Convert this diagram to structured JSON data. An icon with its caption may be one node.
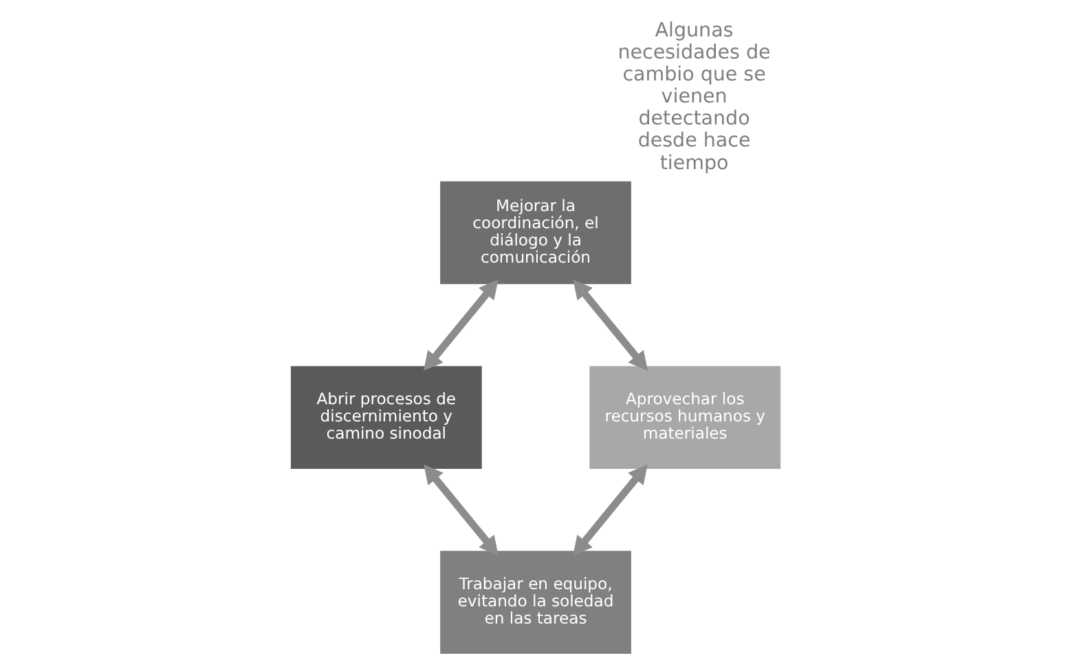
{
  "diagram": {
    "title": "Algunas necesidades de cambio que se vienen detectando desde hace tiempo",
    "nodes": [
      {
        "text": [
          "Mejorar la coordinación, el diálogo y la comunicación"
        ]
      },
      {
        "text": [
          "Abrir procesos de discernimiento y camino sinodal"
        ]
      },
      {
        "text": [
          "Aprovechar los recursos humanos y materiales"
        ]
      },
      {
        "text": [
          "Trabajar en equipo, evitando la soledad en las tareas"
        ]
      }
    ],
    "edges": [
      {
        "from": 0,
        "to": 1,
        "arrow": "both"
      },
      {
        "from": 0,
        "to": 2,
        "arrow": "both"
      },
      {
        "from": 1,
        "to": 3,
        "arrow": "both"
      },
      {
        "from": 2,
        "to": 3,
        "arrow": "both"
      }
    ]
  }
}
